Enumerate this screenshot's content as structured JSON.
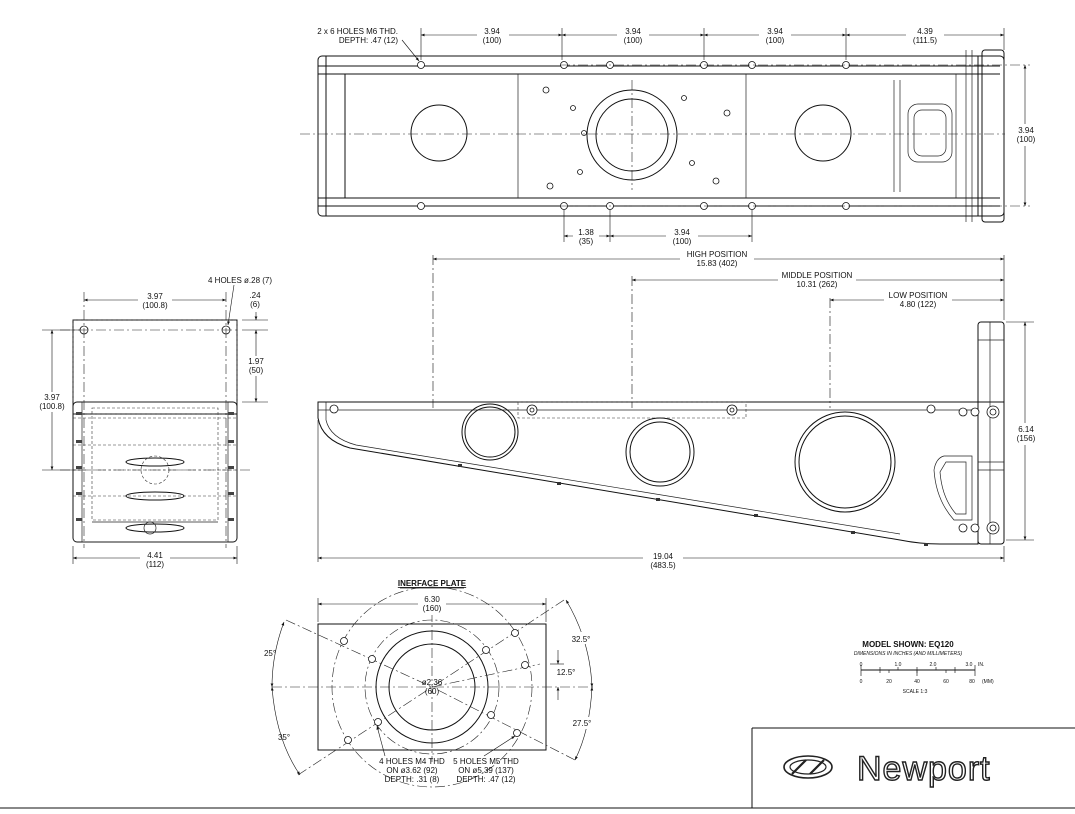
{
  "top_view": {
    "holes_callout": [
      "2 x 6 HOLES M6 THD.",
      "DEPTH: .47 (12)"
    ],
    "dims_top": [
      {
        "inch": "3.94",
        "mm": "(100)"
      },
      {
        "inch": "3.94",
        "mm": "(100)"
      },
      {
        "inch": "3.94",
        "mm": "(100)"
      },
      {
        "inch": "4.39",
        "mm": "(111.5)"
      }
    ],
    "dim_right": {
      "inch": "3.94",
      "mm": "(100)"
    },
    "dims_bottom": [
      {
        "inch": "1.38",
        "mm": "(35)"
      },
      {
        "inch": "3.94",
        "mm": "(100)"
      }
    ]
  },
  "side_view": {
    "high": {
      "label": "HIGH POSITION",
      "value": "15.83 (402)"
    },
    "middle": {
      "label": "MIDDLE POSITION",
      "value": "10.31 (262)"
    },
    "low": {
      "label": "LOW POSITION",
      "value": "4.80 (122)"
    },
    "length": {
      "inch": "19.04",
      "mm": "(483.5)"
    },
    "height": {
      "inch": "6.14",
      "mm": "(156)"
    }
  },
  "end_view": {
    "holes_callout": "4 HOLES ø.28 (7)",
    "width_top": {
      "inch": "3.97",
      "mm": "(100.8)"
    },
    "offset": {
      "inch": ".24",
      "mm": "(6)"
    },
    "half": {
      "inch": "1.97",
      "mm": "(50)"
    },
    "height": {
      "inch": "3.97",
      "mm": "(100.8)"
    },
    "width_bottom": {
      "inch": "4.41",
      "mm": "(112)"
    }
  },
  "interface_plate": {
    "title": "INERFACE PLATE",
    "width": {
      "inch": "6.30",
      "mm": "(160)"
    },
    "bore": {
      "inch": "ø2.36",
      "mm": "(60)"
    },
    "angles": {
      "a25": "25°",
      "a35": "35°",
      "a32_5": "32.5°",
      "a12_5": "12.5°",
      "a27_5": "27.5°"
    },
    "m4_callout": [
      "4 HOLES M4 THD",
      "ON ø3.62 (92)",
      "DEPTH: .31 (8)"
    ],
    "m5_callout": [
      "5 HOLES M5 THD",
      "ON ø5.39 (137)",
      "DEPTH: .47 (12)"
    ]
  },
  "legend": {
    "model": "MODEL SHOWN: EQ120",
    "units_note": "DIMENSIONS IN INCHES (AND MILLIMETERS)",
    "inch_ticks": [
      "0",
      "1.0",
      "2.0",
      "3.0"
    ],
    "inch_unit": "IN.",
    "mm_ticks": [
      "0",
      "20",
      "40",
      "60",
      "80"
    ],
    "mm_unit": "(MM)",
    "scale": "SCALE 1:3"
  },
  "brand": {
    "name": "Newport"
  }
}
